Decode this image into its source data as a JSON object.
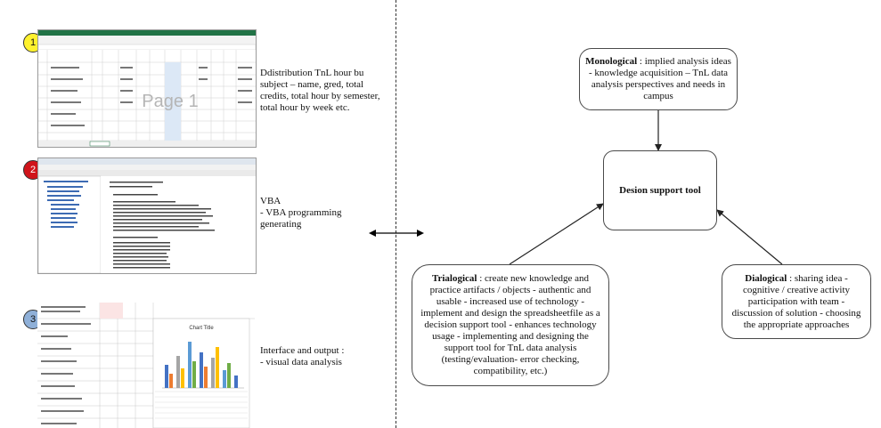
{
  "steps": [
    {
      "number": "1",
      "color": "#fff22e",
      "description": "Ddistribution TnL hour  bu subject – name, gred, total credits, total hour by semester, total hour by week etc.",
      "watermark": "Page 1"
    },
    {
      "number": "2",
      "color": "#d0141b",
      "description_title": "VBA",
      "description_line": "- VBA programming generating"
    },
    {
      "number": "3",
      "color": "#8fb0d8",
      "description_title": "Interface and output :",
      "description_line": "- visual data analysis",
      "chart_title": "Chart Title"
    }
  ],
  "diagram": {
    "center": "Desion support  tool",
    "monological": {
      "label": "Monological",
      "separator": " : ",
      "text": "implied analysis ideas - knowledge acquisition – TnL data analysis perspectives and needs in campus"
    },
    "dialogical": {
      "label": "Dialogical",
      "separator": " : ",
      "text": "sharing idea - cognitive / creative activity participation with team - discussion of solution  - choosing the appropriate approaches"
    },
    "trialogical": {
      "label": "Trialogical",
      "separator": " : ",
      "text": "create new knowledge and practice artifacts / objects - authentic and usable - increased use of technology - implement  and design the spreadsheetfile as a decision support tool - enhances technology usage - implementing  and designing the support tool for TnL data analysis (testing/evaluation- error checking, compatibility,  etc.)"
    }
  }
}
